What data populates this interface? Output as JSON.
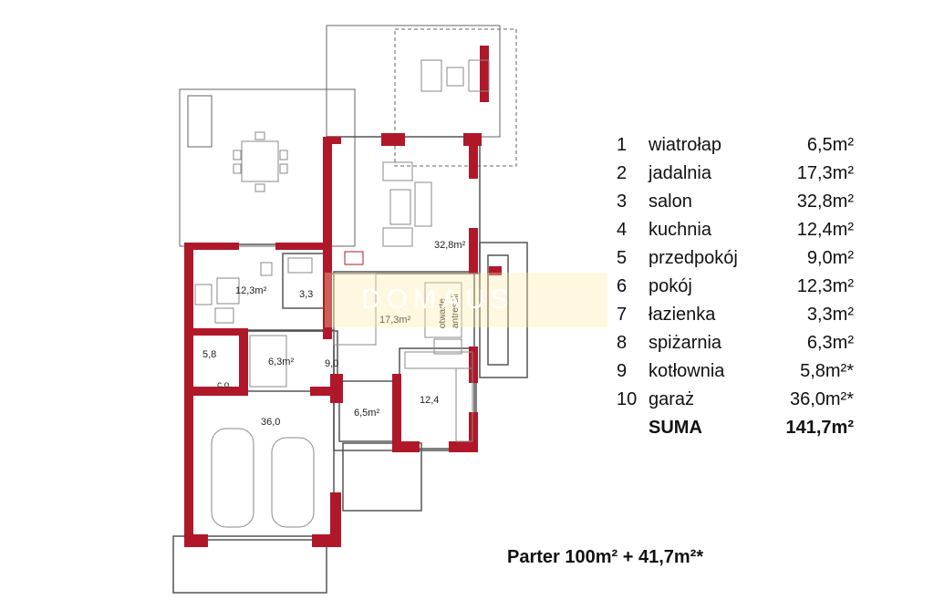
{
  "watermark": "DOMAUS",
  "plan_labels": {
    "salon": "32,8m²",
    "jadalnia": "17,3m²",
    "pokoj": "12,3m²",
    "lazienka": "3,3",
    "kotlownia": "5,8",
    "co": "c.o.",
    "spizarnia": "6,3m²",
    "przedpokoj": "9,0",
    "wiatrolap": "6,5m²",
    "kuchnia": "12,4",
    "garaz": "36,0",
    "antresola_1": "otwarte",
    "antresola_2": "antresoli"
  },
  "legend": [
    {
      "num": "1",
      "name": "wiatrołap",
      "area": "6,5m²"
    },
    {
      "num": "2",
      "name": "jadalnia",
      "area": "17,3m²"
    },
    {
      "num": "3",
      "name": "salon",
      "area": "32,8m²"
    },
    {
      "num": "4",
      "name": "kuchnia",
      "area": "12,4m²"
    },
    {
      "num": "5",
      "name": "przedpokój",
      "area": "9,0m²"
    },
    {
      "num": "6",
      "name": "pokój",
      "area": "12,3m²"
    },
    {
      "num": "7",
      "name": "łazienka",
      "area": "3,3m²"
    },
    {
      "num": "8",
      "name": "spiżarnia",
      "area": "6,3m²"
    },
    {
      "num": "9",
      "name": "kotłownia",
      "area": "5,8m²*"
    },
    {
      "num": "10",
      "name": "garaż",
      "area": "36,0m²*"
    }
  ],
  "total": {
    "label": "SUMA",
    "area": "141,7m²"
  },
  "footer": "Parter  100m² + 41,7m²*",
  "colors": {
    "wall": "#b0182a",
    "line": "#555555",
    "furniture": "#8a8a8a"
  }
}
